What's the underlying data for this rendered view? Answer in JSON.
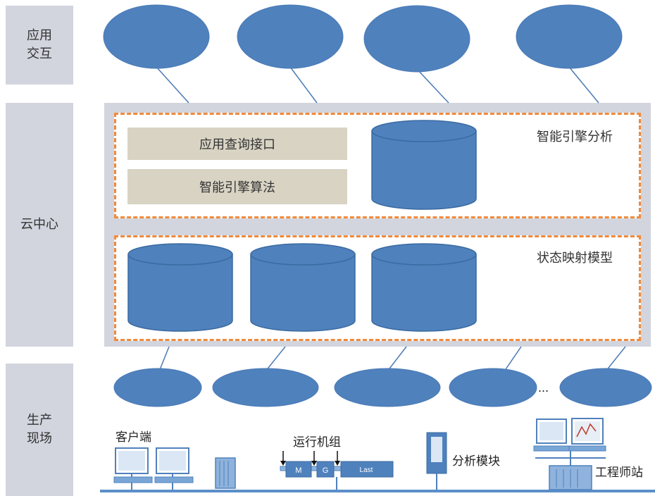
{
  "layers": {
    "app": "应用\n交互",
    "cloud": "云中心",
    "field": "生产\n现场"
  },
  "cloud": {
    "engine_title": "智能引擎分析",
    "state_title": "状态映射模型",
    "app_query": "应用查询接口",
    "engine_algo": "智能引擎算法"
  },
  "field": {
    "ellipsis": "...",
    "client": "客户端",
    "running_unit": "运行机组",
    "analysis_module": "分析模块",
    "engineer_station": "工程师站",
    "unit_blocks": [
      "M",
      "G",
      "Last"
    ]
  },
  "colors": {
    "node_fill": "#4f81bd",
    "node_stroke": "#4a7ab5",
    "orange_dash": "#f08a3c",
    "layer_gray": "#d2d5de",
    "beige": "#d8d3c3"
  }
}
